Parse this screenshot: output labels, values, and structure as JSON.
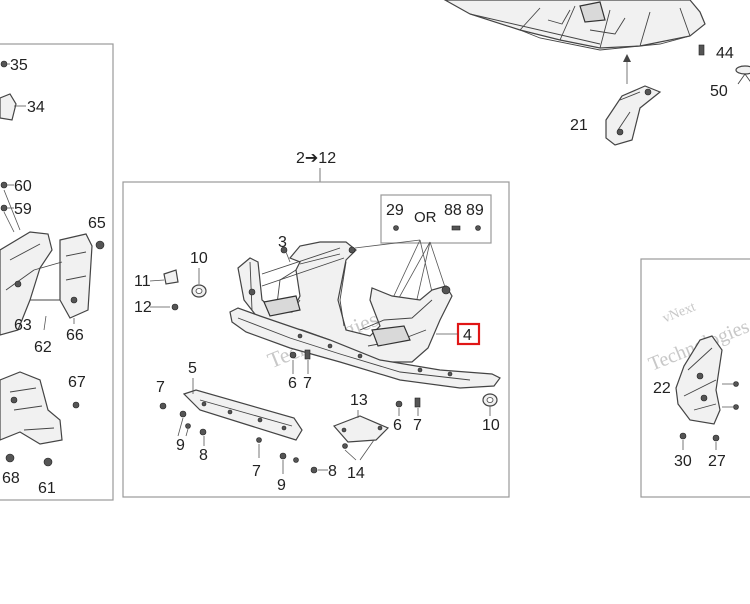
{
  "callouts": {
    "c1": "35",
    "c2": "34",
    "c3": "60",
    "c4": "59",
    "c5": "65",
    "c6": "63",
    "c7": "62",
    "c8": "66",
    "c9": "67",
    "c10": "68",
    "c11": "61",
    "c12": "44",
    "c13": "50",
    "c14": "21",
    "c15": "2➔12",
    "c16": "29",
    "c17": "OR",
    "c18": "88",
    "c19": "89",
    "c20": "3",
    "c21": "10",
    "c22": "11",
    "c23": "12",
    "c24": "4",
    "c25": "6",
    "c26": "7",
    "c27": "5",
    "c28": "7",
    "c29": "9",
    "c30": "8",
    "c31": "13",
    "c32": "6",
    "c33": "7",
    "c34": "10",
    "c35": "7",
    "c36": "9",
    "c37": "8",
    "c38": "14",
    "c39": "22",
    "c40": "30",
    "c41": "27"
  },
  "watermark": {
    "line1": "vNext",
    "line2": "Technologies"
  },
  "selected_callout": "4",
  "colors": {
    "highlight": "#e01616",
    "frame": "#999999",
    "ink": "#222222"
  }
}
